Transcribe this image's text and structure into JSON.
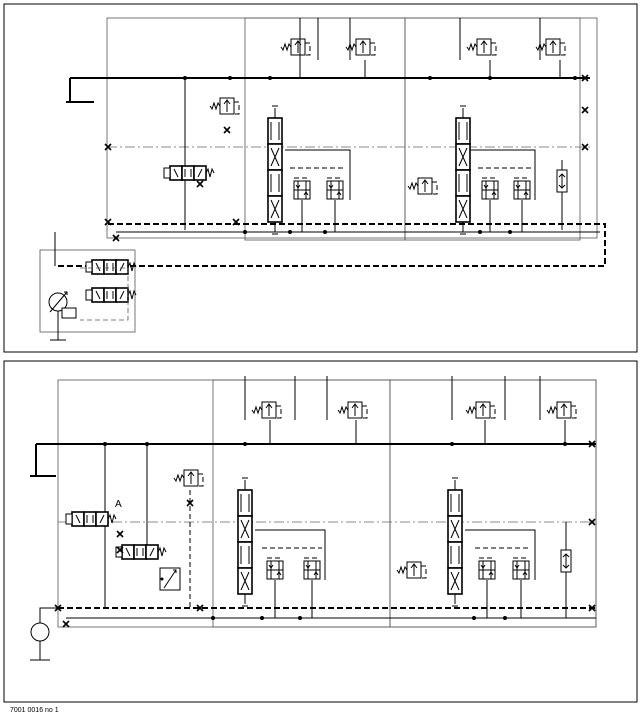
{
  "diagram": {
    "panels": [
      {
        "id": "upper-circuit"
      },
      {
        "id": "lower-circuit",
        "marker_label": "A"
      }
    ],
    "footer_caption": "7001 0016 no 1"
  }
}
